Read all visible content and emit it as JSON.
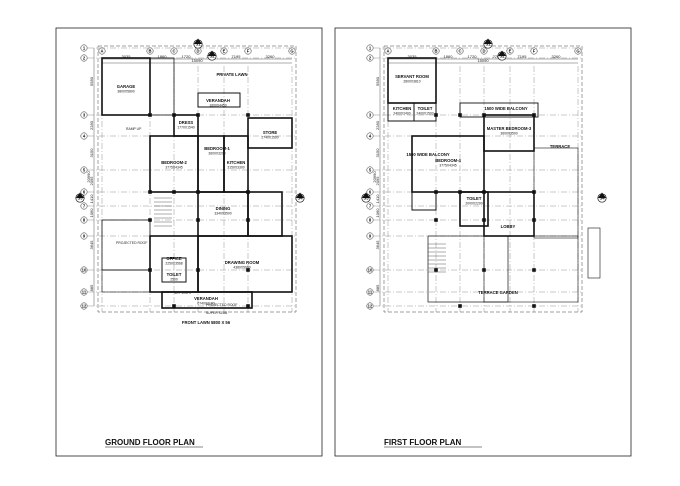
{
  "ground_floor": {
    "title": "GROUND FLOOR PLAN",
    "dims_top": [
      "3035",
      "1860",
      "1720",
      "2700",
      "7195",
      "3260"
    ],
    "dims_top_total": "15090",
    "col_labels": [
      "A",
      "B",
      "C",
      "D",
      "E",
      "F",
      "G"
    ],
    "row_labels": [
      "1",
      "2",
      "3",
      "4",
      "5",
      "6",
      "7",
      "8",
      "9",
      "10",
      "11",
      "12"
    ],
    "dims_left": [
      "5580",
      "2280",
      "3150",
      "2095",
      "1410",
      "1060",
      "3645",
      "885"
    ],
    "dims_left_total": "20990",
    "section_marks": [
      "S1",
      "S2",
      "S3",
      "S4"
    ],
    "rooms": [
      {
        "name": "GARAGE",
        "size": "3800X5800"
      },
      {
        "name": "PRIVATE LAWN",
        "size": ""
      },
      {
        "name": "VERANDAH",
        "size": "1600X4450"
      },
      {
        "name": "DRESS",
        "size": "1770X1540"
      },
      {
        "name": "BEDROOM-1",
        "size": "3600X3200"
      },
      {
        "name": "BEDROOM-2",
        "size": "3775X4345"
      },
      {
        "name": "KITCHEN",
        "size": "3150X3300"
      },
      {
        "name": "STORE",
        "size": "2740X1500"
      },
      {
        "name": "DINING",
        "size": "3340X3500"
      },
      {
        "name": "OFFICE",
        "size": "2250X3568"
      },
      {
        "name": "TOILET",
        "size": "2500"
      },
      {
        "name": "DRAWING ROOM",
        "size": "4380X5990"
      },
      {
        "name": "VERANDAH",
        "size": "6740X2180"
      },
      {
        "name": "FRONT LAWN 5800 X 56",
        "size": ""
      }
    ],
    "notes": [
      "RAMP UP",
      "PROJECTED ROOF",
      "SUPER SLAB",
      "SKY LIGHT",
      "PROJECTED ROOF"
    ]
  },
  "first_floor": {
    "title": "FIRST FLOOR PLAN",
    "dims_top": [
      "3035",
      "1860",
      "1720",
      "2700",
      "7195",
      "3260"
    ],
    "dims_top_total": "15090",
    "col_labels": [
      "A",
      "B",
      "C",
      "D",
      "E",
      "F",
      "G"
    ],
    "row_labels": [
      "1",
      "2",
      "3",
      "4",
      "5",
      "6",
      "7",
      "8",
      "9",
      "10",
      "11",
      "12"
    ],
    "dims_left": [
      "5580",
      "2280",
      "3150",
      "2095",
      "1410",
      "1060",
      "3645",
      "885"
    ],
    "dims_left_total": "20990",
    "section_marks": [
      "S1",
      "S2",
      "S3",
      "S4"
    ],
    "rooms": [
      {
        "name": "SERVANT ROOM",
        "size": "2800X3810"
      },
      {
        "name": "KITCHEN",
        "size": "2400X2400"
      },
      {
        "name": "TOILET",
        "size": "2400X1500"
      },
      {
        "name": "1500 WIDE BALCONY",
        "size": ""
      },
      {
        "name": "MASTER BEDROOM-3",
        "size": "3600X3500"
      },
      {
        "name": "BEDROOM-4",
        "size": "3775X4345"
      },
      {
        "name": "1500 WIDE BALCONY",
        "size": ""
      },
      {
        "name": "TERRACE",
        "size": ""
      },
      {
        "name": "TOILET",
        "size": "2000X2200"
      },
      {
        "name": "LOBBY",
        "size": ""
      },
      {
        "name": "TERRACE GARDEN",
        "size": ""
      }
    ]
  }
}
